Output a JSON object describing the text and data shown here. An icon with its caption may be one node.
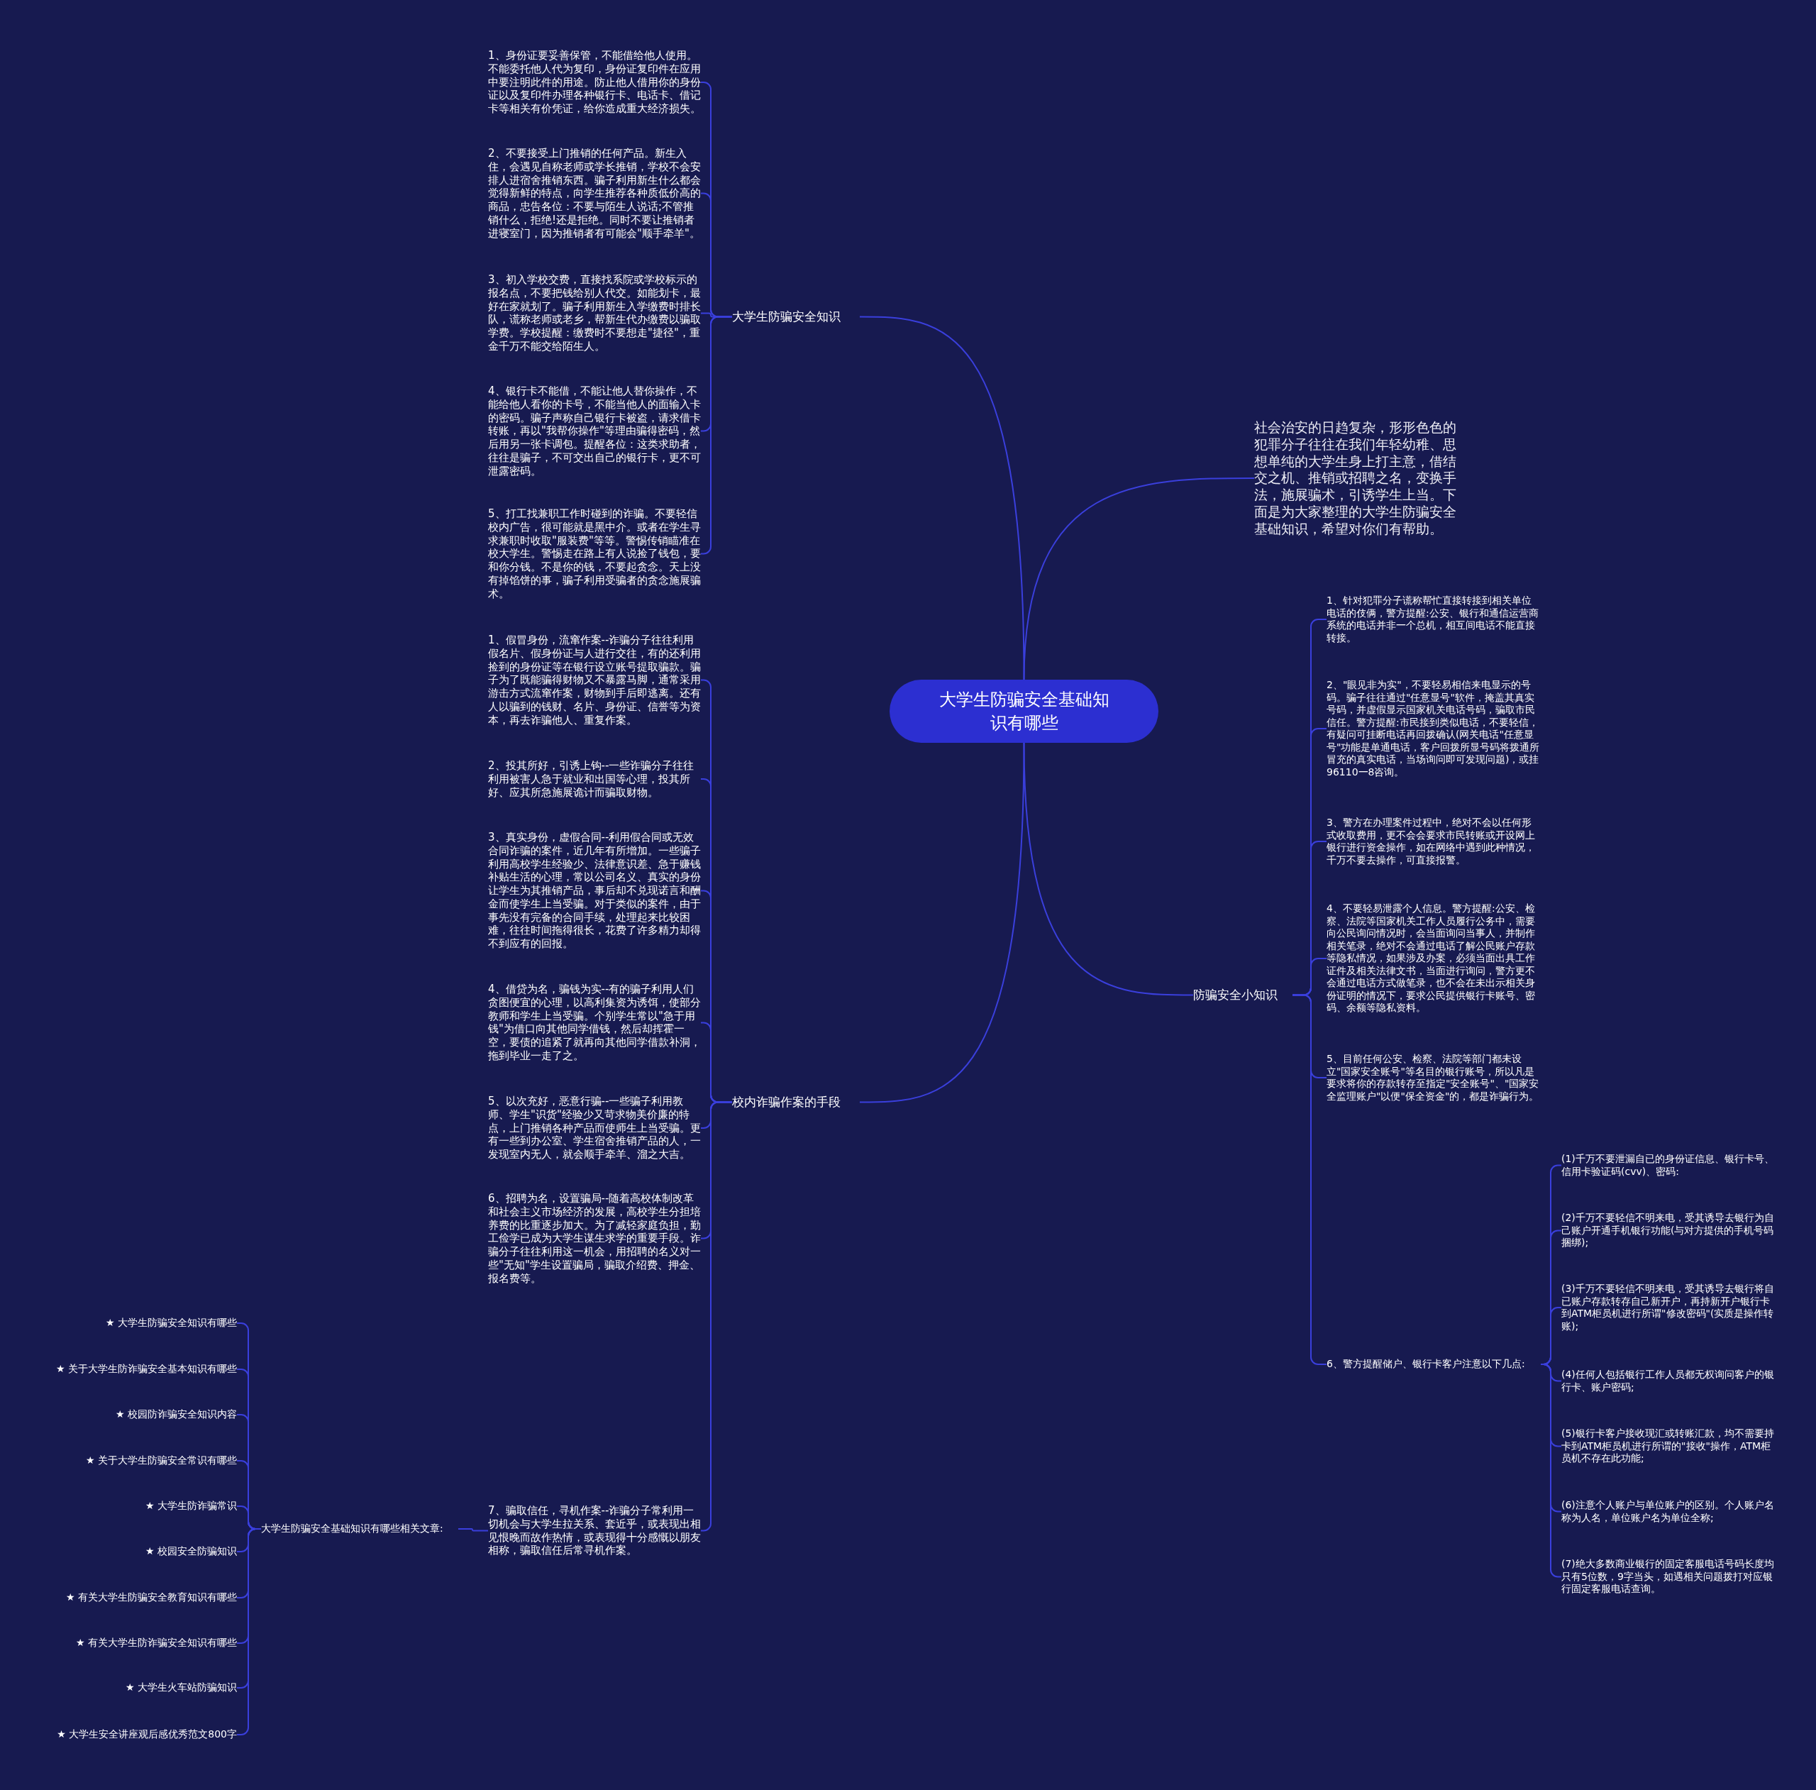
{
  "diagram": {
    "nodes": [
      {
        "text": [
          "大学生防骗安全基础知识有哪些"
        ]
      },
      {
        "text": [
          "大学生防骗安全知识"
        ]
      },
      {
        "text": [
          "1、身份证要妥善保管，不能借给他人使用。不能委托他人代为复印，身份证复印件在应用中要注明此件的用途。防止他人借用你的身份证以及复印件办理各种银行卡、电话卡、借记卡等相关有价凭证，给你造成重大经济损失。"
        ]
      },
      {
        "text": [
          "2、不要接受上门推销的任何产品。新生入住，会遇见自称老师或学长推销，学校不会安排人进宿舍推销东西。骗子利用新生什么都会觉得新鲜的特点，向学生推荐各种质低价高的商品，忠告各位：不要与陌生人说话;不管推销什么，拒绝!还是拒绝。同时不要让推销者进寝室门，因为推销者有可能会\"顺手牵羊\"。"
        ]
      },
      {
        "text": [
          "3、初入学校交费，直接找系院或学校标示的报名点，不要把钱给别人代交。如能划卡，最好在家就划了。骗子利用新生入学缴费时排长队，谎称老师或老乡，帮新生代办缴费以骗取学费。学校提醒：缴费时不要想走\"捷径\"，重金千万不能交给陌生人。"
        ]
      },
      {
        "text": [
          "4、银行卡不能借，不能让他人替你操作，不能给他人看你的卡号，不能当他人的面输入卡的密码。骗子声称自己银行卡被盗，请求借卡转账，再以\"我帮你操作\"等理由骗得密码，然后用另一张卡调包。提醒各位：这类求助者，往往是骗子，不可交出自己的银行卡，更不可泄露密码。"
        ]
      },
      {
        "text": [
          "5、打工找兼职工作时碰到的诈骗。不要轻信校内广告，很可能就是黑中介。或者在学生寻求兼职时收取\"服装费\"等等。警惕传销瞄准在校大学生。警惕走在路上有人说捡了钱包，要和你分钱。不是你的钱，不要起贪念。天上没有掉馅饼的事，骗子利用受骗者的贪念施展骗术。"
        ]
      },
      {
        "text": [
          "校内诈骗作案的手段"
        ]
      },
      {
        "text": [
          "1、假冒身份，流窜作案--诈骗分子往往利用假名片、假身份证与人进行交往，有的还利用捡到的身份证等在银行设立账号提取骗款。骗子为了既能骗得财物又不暴露马脚，通常采用游击方式流窜作案，财物到手后即逃离。还有人以骗到的钱财、名片、身份证、信誉等为资本，再去诈骗他人、重复作案。"
        ]
      },
      {
        "text": [
          "2、投其所好，引诱上钩--一些诈骗分子往往利用被害人急于就业和出国等心理，投其所好、应其所急施展诡计而骗取财物。"
        ]
      },
      {
        "text": [
          "3、真实身份，虚假合同--利用假合同或无效合同诈骗的案件，近几年有所增加。一些骗子利用高校学生经验少、法律意识差、急于赚钱补贴生活的心理，常以公司名义、真实的身份让学生为其推销产品，事后却不兑现诺言和酬金而使学生上当受骗。对于类似的案件，由于事先没有完备的合同手续，处理起来比较困难，往往时间拖得很长，花费了许多精力却得不到应有的回报。"
        ]
      },
      {
        "text": [
          "4、借贷为名，骗钱为实--有的骗子利用人们贪图便宜的心理，以高利集资为诱饵，使部分教师和学生上当受骗。个别学生常以\"急于用钱\"为借口向其他同学借钱，然后却挥霍一空，要债的追紧了就再向其他同学借款补洞，拖到毕业一走了之。"
        ]
      },
      {
        "text": [
          "5、以次充好，恶意行骗--一些骗子利用教师、学生\"识货\"经验少又苛求物美价廉的特点，上门推销各种产品而使师生上当受骗。更有一些到办公室、学生宿舍推销产品的人，一发现室内无人，就会顺手牵羊、溜之大吉。"
        ]
      },
      {
        "text": [
          "6、招聘为名，设置骗局--随着高校体制改革和社会主义市场经济的发展，高校学生分担培养费的比重逐步加大。为了减轻家庭负担，勤工俭学已成为大学生谋生求学的重要手段。诈骗分子往往利用这一机会，用招聘的名义对一些\"无知\"学生设置骗局，骗取介绍费、押金、报名费等。"
        ]
      },
      {
        "text": [
          "7、骗取信任，寻机作案--诈骗分子常利用一切机会与大学生拉关系、套近乎，或表现出相见恨晚而故作热情，或表现得十分感慨以朋友相称，骗取信任后常寻机作案。"
        ]
      },
      {
        "text": [
          "大学生防骗安全基础知识有哪些相关文章:"
        ]
      },
      {
        "text": [
          "★ 大学生防骗安全知识有哪些"
        ]
      },
      {
        "text": [
          "★ 关于大学生防诈骗安全基本知识有哪些"
        ]
      },
      {
        "text": [
          "★ 校园防诈骗安全知识内容"
        ]
      },
      {
        "text": [
          "★ 关于大学生防骗安全常识有哪些"
        ]
      },
      {
        "text": [
          "★ 大学生防诈骗常识"
        ]
      },
      {
        "text": [
          "★ 校园安全防骗知识"
        ]
      },
      {
        "text": [
          "★ 有关大学生防骗安全教育知识有哪些"
        ]
      },
      {
        "text": [
          "★ 有关大学生防诈骗安全知识有哪些"
        ]
      },
      {
        "text": [
          "★ 大学生火车站防骗知识"
        ]
      },
      {
        "text": [
          "★ 大学生安全讲座观后感优秀范文800字"
        ]
      },
      {
        "text": [
          "社会治安的日趋复杂，形形色色的犯罪分子往往在我们年轻幼稚、思想单纯的大学生身上打主意，借结交之机、推销或招聘之名，变换手法，施展骗术，引诱学生上当。下面是为大家整理的大学生防骗安全基础知识，希望对你们有帮助。"
        ]
      },
      {
        "text": [
          "防骗安全小知识"
        ]
      },
      {
        "text": [
          "1、针对犯罪分子谎称帮忙直接转接到相关单位电话的伎俩，警方提醒:公安、银行和通信运营商系统的电话并非一个总机，相互间电话不能直接转接。"
        ]
      },
      {
        "text": [
          "2、\"眼见非为实\"，不要轻易相信来电显示的号码。骗子往往通过\"任意显号\"软件，掩盖其真实号码，并虚假显示国家机关电话号码，骗取市民信任。警方提醒:市民接到类似电话，不要轻信，有疑问可挂断电话再回拨确认(网关电话\"任意显号\"功能是单通电话，客户回拨所显号码将拨通所冒充的真实电话，当场询问即可发现问题)，或挂96110一8咨询。"
        ]
      },
      {
        "text": [
          "3、警方在办理案件过程中，绝对不会以任何形式收取费用，更不会会要求市民转账或开设网上银行进行资金操作，如在网络中遇到此种情况，千万不要去操作，可直接报警。"
        ]
      },
      {
        "text": [
          "4、不要轻易泄露个人信息。警方提醒:公安、检察、法院等国家机关工作人员履行公务中，需要向公民询问情况时，会当面询问当事人，并制作相关笔录，绝对不会通过电话了解公民账户存款等隐私情况，如果涉及办案，必须当面出具工作证件及相关法律文书，当面进行询问，警方更不会通过电话方式做笔录，也不会在未出示相关身份证明的情况下，要求公民提供银行卡账号、密码、余额等隐私资料。"
        ]
      },
      {
        "text": [
          "5、目前任何公安、检察、法院等部门都未设立\"国家安全账号\"等名目的银行账号，所以凡是要求将你的存款转存至指定\"安全账号\"、\"国家安全监理账户\"以便\"保全资金\"的，都是诈骗行为。"
        ]
      },
      {
        "text": [
          "6、警方提醒储户、银行卡客户注意以下几点:"
        ]
      },
      {
        "text": [
          "(1)千万不要泄漏自已的身份证信息、银行卡号、信用卡验证码(cvv)、密码:"
        ]
      },
      {
        "text": [
          "(2)千万不要轻信不明来电，受其诱导去银行为自己账户开通手机银行功能(与对方提供的手机号码捆绑);"
        ]
      },
      {
        "text": [
          "(3)千万不要轻信不明来电，受其诱导去银行将自已账户存款转存自己新开户，再持新开户银行卡到ATM柜员机进行所谓\"修改密码\"(实质是操作转账);"
        ]
      },
      {
        "text": [
          "(4)任何人包括银行工作人员都无权询问客户的银行卡、账户密码;"
        ]
      },
      {
        "text": [
          "(5)银行卡客户接收现汇或转账汇款，均不需要持卡到ATM柜员机进行所谓的\"接收\"操作，ATM柜员机不存在此功能;"
        ]
      },
      {
        "text": [
          "(6)注意个人账户与单位账户的区别。个人账户名称为人名，单位账户名为单位全称;"
        ]
      },
      {
        "text": [
          "(7)绝大多数商业银行的固定客服电话号码长度均只有5位数，9字当头，如遇相关问题拨打对应银行固定客服电话查询。"
        ]
      }
    ],
    "edges": [
      {
        "from": 0,
        "to": 1,
        "arrow": "none"
      },
      {
        "from": 1,
        "to": 2,
        "arrow": "none"
      },
      {
        "from": 1,
        "to": 3,
        "arrow": "none"
      },
      {
        "from": 1,
        "to": 4,
        "arrow": "none"
      },
      {
        "from": 1,
        "to": 5,
        "arrow": "none"
      },
      {
        "from": 1,
        "to": 6,
        "arrow": "none"
      },
      {
        "from": 0,
        "to": 7,
        "arrow": "none"
      },
      {
        "from": 7,
        "to": 8,
        "arrow": "none"
      },
      {
        "from": 7,
        "to": 9,
        "arrow": "none"
      },
      {
        "from": 7,
        "to": 10,
        "arrow": "none"
      },
      {
        "from": 7,
        "to": 11,
        "arrow": "none"
      },
      {
        "from": 7,
        "to": 12,
        "arrow": "none"
      },
      {
        "from": 7,
        "to": 13,
        "arrow": "none"
      },
      {
        "from": 7,
        "to": 14,
        "arrow": "none"
      },
      {
        "from": 14,
        "to": 15,
        "arrow": "none"
      },
      {
        "from": 15,
        "to": 16,
        "arrow": "none"
      },
      {
        "from": 15,
        "to": 17,
        "arrow": "none"
      },
      {
        "from": 15,
        "to": 18,
        "arrow": "none"
      },
      {
        "from": 15,
        "to": 19,
        "arrow": "none"
      },
      {
        "from": 15,
        "to": 20,
        "arrow": "none"
      },
      {
        "from": 15,
        "to": 21,
        "arrow": "none"
      },
      {
        "from": 15,
        "to": 22,
        "arrow": "none"
      },
      {
        "from": 15,
        "to": 23,
        "arrow": "none"
      },
      {
        "from": 15,
        "to": 24,
        "arrow": "none"
      },
      {
        "from": 15,
        "to": 25,
        "arrow": "none"
      },
      {
        "from": 0,
        "to": 26,
        "arrow": "none"
      },
      {
        "from": 0,
        "to": 27,
        "arrow": "none"
      },
      {
        "from": 27,
        "to": 28,
        "arrow": "none"
      },
      {
        "from": 27,
        "to": 29,
        "arrow": "none"
      },
      {
        "from": 27,
        "to": 30,
        "arrow": "none"
      },
      {
        "from": 27,
        "to": 31,
        "arrow": "none"
      },
      {
        "from": 27,
        "to": 32,
        "arrow": "none"
      },
      {
        "from": 27,
        "to": 33,
        "arrow": "none"
      },
      {
        "from": 33,
        "to": 34,
        "arrow": "none"
      },
      {
        "from": 33,
        "to": 35,
        "arrow": "none"
      },
      {
        "from": 33,
        "to": 36,
        "arrow": "none"
      },
      {
        "from": 33,
        "to": 37,
        "arrow": "none"
      },
      {
        "from": 33,
        "to": 38,
        "arrow": "none"
      },
      {
        "from": 33,
        "to": 39,
        "arrow": "none"
      },
      {
        "from": 33,
        "to": 40,
        "arrow": "none"
      }
    ]
  }
}
